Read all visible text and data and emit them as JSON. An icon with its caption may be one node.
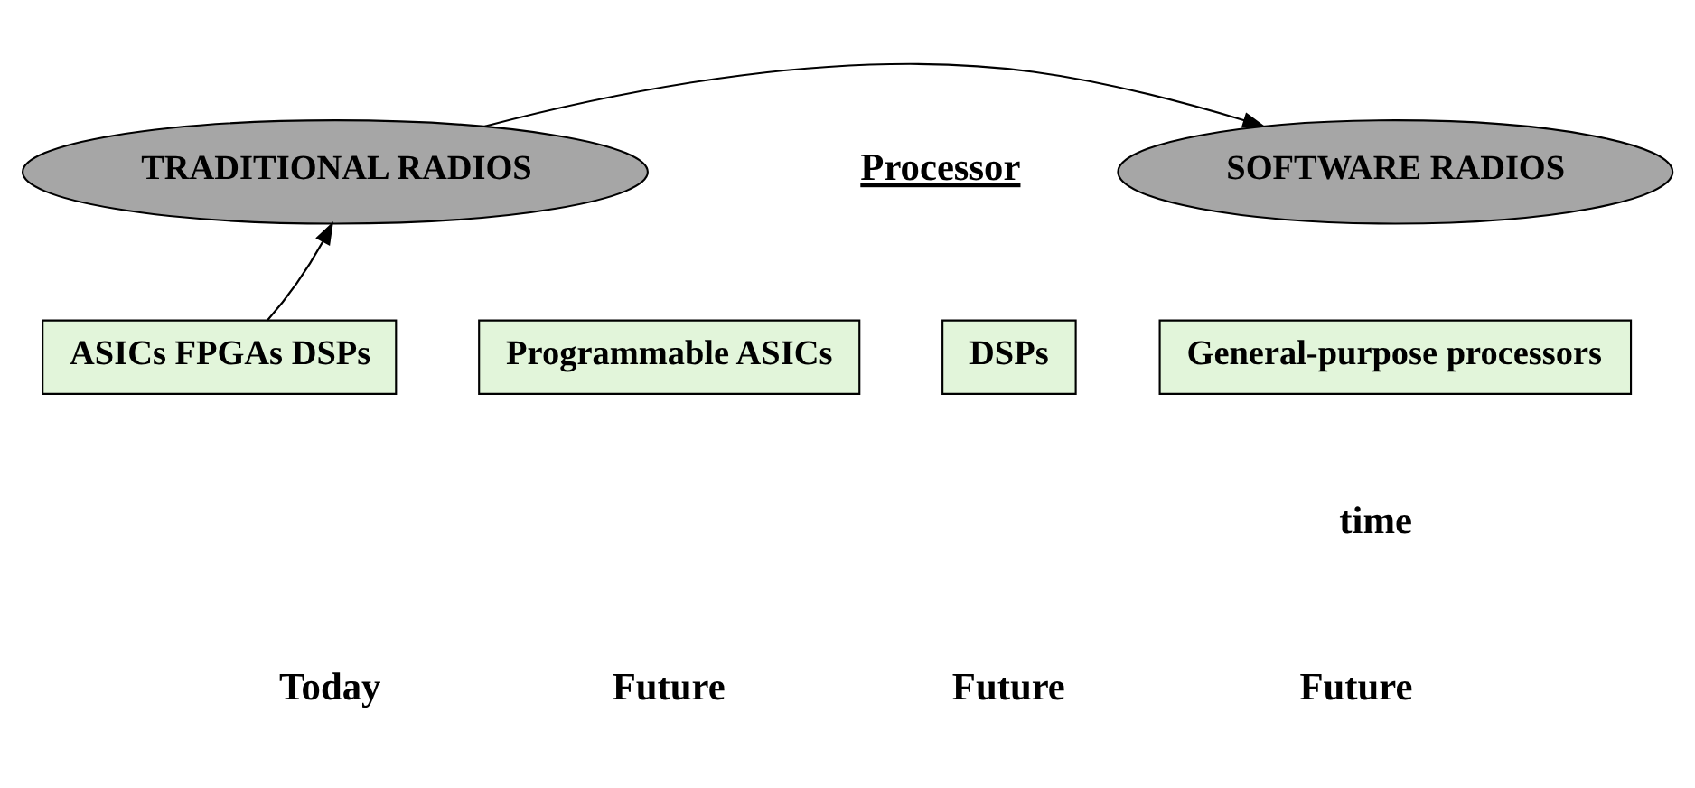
{
  "diagram": {
    "nodes": [
      {
        "text": [
          "TRADITIONAL RADIOS"
        ]
      },
      {
        "text": [
          "SOFTWARE RADIOS"
        ]
      },
      {
        "text": [
          "ASICs FPGAs DSPs"
        ]
      },
      {
        "text": [
          "Programmable ASICs"
        ]
      },
      {
        "text": [
          "DSPs"
        ]
      },
      {
        "text": [
          "General-purpose processors"
        ]
      }
    ],
    "edges": [
      {
        "from": 2,
        "to": 0,
        "arrow": "to"
      },
      {
        "from": 0,
        "to": 1,
        "arrow": "to"
      }
    ],
    "labels": [
      "Processor",
      "time",
      "Today",
      "Future",
      "Future",
      "Future"
    ]
  }
}
